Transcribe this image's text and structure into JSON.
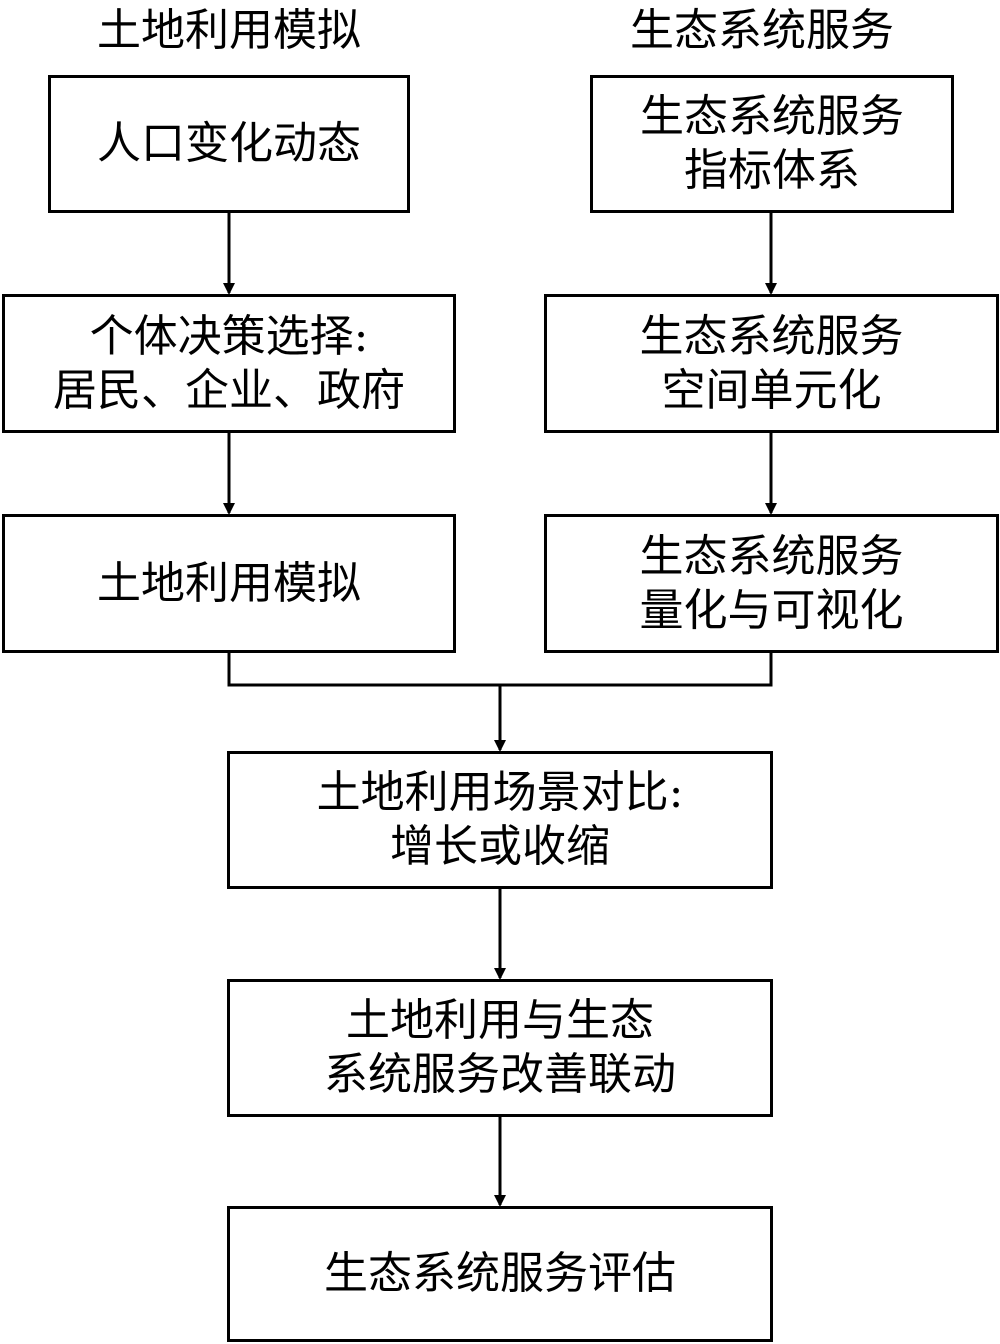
{
  "columns": {
    "left_heading": "土地利用模拟",
    "right_heading": "生态系统服务"
  },
  "left_boxes": [
    {
      "lines": [
        "人口变化动态"
      ]
    },
    {
      "lines": [
        "个体决策选择:",
        "居民、企业、政府"
      ]
    },
    {
      "lines": [
        "土地利用模拟"
      ]
    }
  ],
  "right_boxes": [
    {
      "lines": [
        "生态系统服务",
        "指标体系"
      ]
    },
    {
      "lines": [
        "生态系统服务",
        "空间单元化"
      ]
    },
    {
      "lines": [
        "生态系统服务",
        "量化与可视化"
      ]
    }
  ],
  "center_boxes": [
    {
      "lines": [
        "土地利用场景对比:",
        "增长或收缩"
      ]
    },
    {
      "lines": [
        "土地利用与生态",
        "系统服务改善联动"
      ]
    },
    {
      "lines": [
        "生态系统服务评估"
      ]
    }
  ]
}
